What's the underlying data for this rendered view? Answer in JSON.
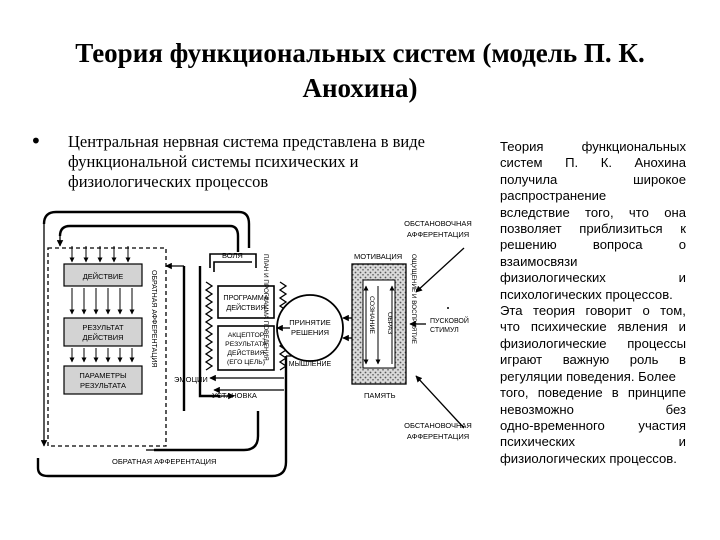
{
  "slide": {
    "title_line1": "Теория функциональных систем (модель П. К.",
    "title_line2": "Анохина)",
    "bullet_symbol": "•",
    "lead_lines": [
      "Центральная нервная система представлена в виде",
      "функциональной системы психических и",
      "физиологических процессов"
    ],
    "side_lines": [
      [
        "Теория",
        "функциональных"
      ],
      [
        "систем",
        "П.",
        "К.",
        "Анохина"
      ],
      [
        "получила",
        "широкое"
      ],
      [
        "распространение"
      ],
      [
        "вследствие",
        "того,",
        "что",
        "она"
      ],
      [
        "позволяет",
        "приблизиться",
        "к"
      ],
      [
        "решению",
        "вопроса",
        "о"
      ],
      [
        "взаимосвязи"
      ],
      [
        "физиологических",
        "и"
      ],
      [
        "психологических процессов."
      ],
      [
        "Эта",
        "теория",
        "говорит",
        "о",
        "том,"
      ],
      [
        "что",
        "психические",
        "явления",
        "и"
      ],
      [
        "физиологические",
        "процессы"
      ],
      [
        "играют",
        "важную",
        "роль",
        "в"
      ],
      [
        "регуляции поведения. Более"
      ],
      [
        "того,",
        "поведение",
        "в",
        "принципе"
      ],
      [
        "невозможно",
        "без"
      ],
      [
        "одно-временного",
        "участия"
      ],
      [
        "психических",
        "и"
      ],
      [
        "физиологических процессов."
      ]
    ]
  },
  "diagram": {
    "box_action": "ДЕЙСТВИЕ",
    "box_result_1": "РЕЗУЛЬТАТ",
    "box_result_2": "ДЕЙСТВИЯ",
    "box_params_1": "ПАРАМЕТРЫ",
    "box_params_2": "РЕЗУЛЬТАТА",
    "reverse_afferent_vertical": "ОБРАТНАЯ АФФЕРЕНТАЦИЯ",
    "reverse_afferent_bottom": "ОБРАТНАЯ АФФЕРЕНТАЦИЯ",
    "will": "ВОЛЯ",
    "program_1": "ПРОГРАММА",
    "program_2": "ДЕЙСТВИЯ",
    "acceptor_1": "АКЦЕПТОР",
    "acceptor_2": "РЕЗУЛЬТАТА",
    "acceptor_3": "ДЕЙСТВИЯ",
    "acceptor_4": "(ЕГО ЦЕЛЬ)",
    "emotions": "ЭМОЦИИ",
    "setting": "УСТАНОВКА",
    "plan": "ПЛАН И ПРОГРАММА ПОВЕДЕНИЯ",
    "decision_1": "ПРИНЯТИЕ",
    "decision_2": "РЕШЕНИЯ",
    "thinking": "МЫШЛЕНИЕ",
    "motivation": "МОТИВАЦИЯ",
    "memory": "ПАМЯТЬ",
    "consciousness": "СОЗНАНИЕ",
    "image": "ОБРАЗ",
    "sensation": "ОЩУЩЕНИЕ И ВОСПРИЯТИЕ",
    "trigger_1": "ПУСКОВОЙ",
    "trigger_2": "СТИМУЛ",
    "situational_top_1": "ОБСТАНОВОЧНАЯ",
    "situational_top_2": "АФФЕРЕНТАЦИЯ",
    "situational_bottom_1": "ОБСТАНОВОЧНАЯ",
    "situational_bottom_2": "АФФЕРЕНТАЦИЯ"
  }
}
